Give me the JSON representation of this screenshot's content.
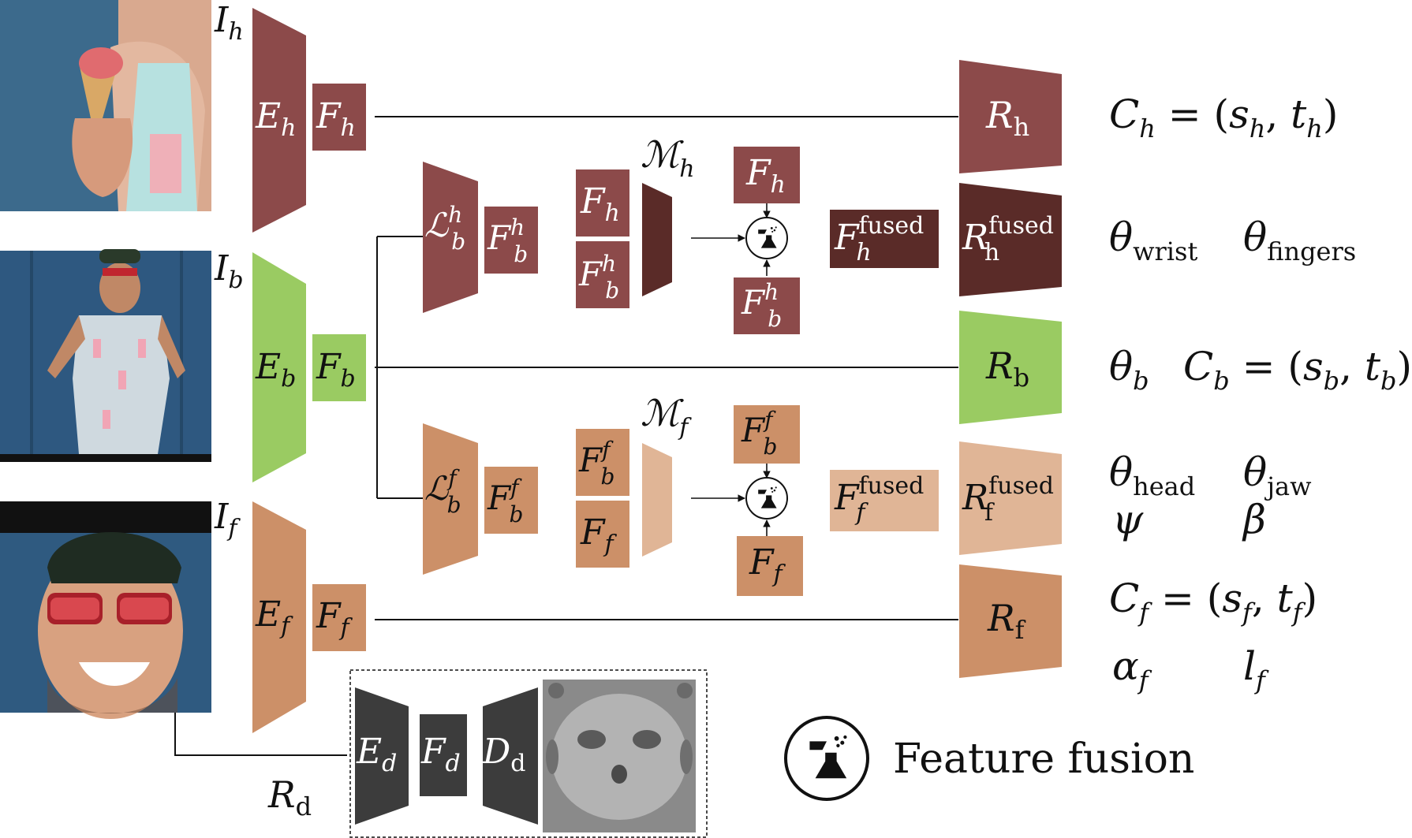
{
  "palette": {
    "hand": "#8c4a4a",
    "hand_dark": "#5a2b28",
    "body": "#9acb62",
    "face": "#cc9068",
    "face_light": "#e0b596",
    "detail": "#3c3c3c"
  },
  "inputs": [
    {
      "label": "I",
      "sub": "h",
      "photo": "hand-closeup-photo"
    },
    {
      "label": "I",
      "sub": "b",
      "photo": "full-body-photo"
    },
    {
      "label": "I",
      "sub": "f",
      "photo": "face-closeup-photo"
    }
  ],
  "encoders": [
    {
      "name": "E",
      "sub": "h",
      "feature": "F",
      "feature_sub": "h"
    },
    {
      "name": "E",
      "sub": "b",
      "feature": "F",
      "feature_sub": "b"
    },
    {
      "name": "E",
      "sub": "f",
      "feature": "F",
      "feature_sub": "f"
    }
  ],
  "localizers": [
    {
      "name": "ℒ",
      "sup": "h",
      "sub": "b",
      "feature": "F",
      "feature_sup": "h",
      "feature_sub": "b"
    },
    {
      "name": "ℒ",
      "sup": "f",
      "sub": "b",
      "feature": "F",
      "feature_sup": "f",
      "feature_sub": "b"
    }
  ],
  "fusion_modules": [
    {
      "name": "ℳ",
      "sub": "h",
      "in_top": "F_h",
      "in_bottom": "F_b^h",
      "fused": "F_h^fused"
    },
    {
      "name": "ℳ",
      "sub": "f",
      "in_top": "F_b^f",
      "in_bottom": "F_f",
      "fused": "F_f^fused"
    }
  ],
  "regressors": [
    {
      "name": "R",
      "sub": "h"
    },
    {
      "name": "R",
      "sub": "h",
      "sup": "fused"
    },
    {
      "name": "R",
      "sub": "b"
    },
    {
      "name": "R",
      "sub": "f",
      "sup": "fused"
    },
    {
      "name": "R",
      "sub": "f"
    }
  ],
  "outputs": [
    {
      "name": "hand-camera",
      "text": "C_h = (s_h, t_h)"
    },
    {
      "name": "wrist-fingers-params",
      "items": [
        "θ_wrist",
        "θ_fingers"
      ]
    },
    {
      "name": "body-params",
      "items": [
        "θ_b",
        "C_b = (s_b, t_b)"
      ]
    },
    {
      "name": "head-jaw-params",
      "items": [
        "θ_head",
        "θ_jaw"
      ]
    },
    {
      "name": "expression-shape-params",
      "items": [
        "ψ",
        "β"
      ]
    },
    {
      "name": "face-camera",
      "text": "C_f = (s_f, t_f)"
    },
    {
      "name": "albedo-light-params",
      "items": [
        "α_f",
        "l_f"
      ]
    }
  ],
  "detail_branch": {
    "encoder": {
      "name": "E",
      "sub": "d"
    },
    "feature": {
      "name": "F",
      "sub": "d"
    },
    "decoder": {
      "name": "D",
      "sub": "d"
    },
    "label": {
      "name": "R",
      "sub": "d"
    },
    "output": "displacement-map"
  },
  "legend": {
    "icon": "flask-icon",
    "label": "Feature fusion"
  }
}
